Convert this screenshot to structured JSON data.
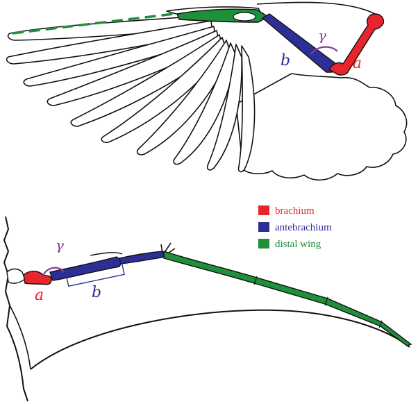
{
  "colors": {
    "brachium": "#e8242c",
    "antebrachium": "#2e2f96",
    "distal_wing": "#1f8f3a",
    "angle": "#8b3a9e",
    "outline": "#111111"
  },
  "bird": {
    "label_a": "a",
    "label_b": "b",
    "label_gamma": "γ"
  },
  "pterosaur": {
    "label_a": "a",
    "label_b": "b",
    "label_gamma": "γ"
  },
  "legend": {
    "items": [
      {
        "label": "brachium",
        "color": "#e8242c"
      },
      {
        "label": "antebrachium",
        "color": "#2e2f96"
      },
      {
        "label": "distal wing",
        "color": "#1f8f3a"
      }
    ]
  }
}
